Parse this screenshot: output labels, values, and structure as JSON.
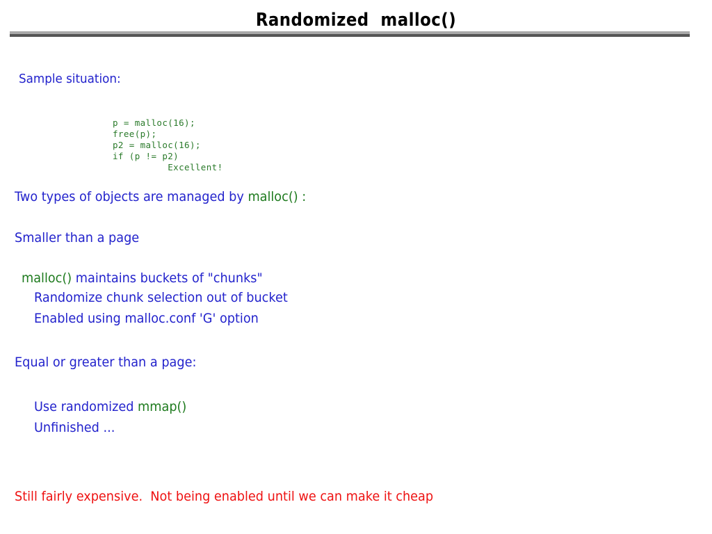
{
  "slide": {
    "title": "Randomized  malloc()",
    "background_color": "#ffffff",
    "rule": {
      "top_color": "#a9a9a9",
      "bottom_color": "#555555"
    },
    "colors": {
      "body_text": "#2222cc",
      "code_text": "#2a7a2a",
      "highlight": "#1d7a1d",
      "warning": "#ee1111",
      "title": "#000000"
    },
    "sample_label": "Sample situation:",
    "code": {
      "lines": [
        "p = malloc(16);",
        "free(p);",
        "p2 = malloc(16);",
        "if (p != p2)",
        "          Excellent!"
      ]
    },
    "bullets": {
      "two_types_prefix": "Two types of objects are managed by ",
      "two_types_code": "malloc() :",
      "smaller_than_page": "Smaller than a page",
      "buckets_code": "malloc()",
      "buckets_rest": " maintains buckets of \"chunks\"",
      "randomize_chunk": "Randomize chunk selection out of bucket",
      "enabled_option": "Enabled using malloc.conf 'G' option",
      "equal_or_greater": "Equal or greater than a page:",
      "use_randomized_prefix": "Use randomized ",
      "use_randomized_code": "mmap()",
      "unfinished": "Unfinished ...",
      "still_expensive": "Still fairly expensive.  Not being enabled until we can make it cheap"
    }
  }
}
